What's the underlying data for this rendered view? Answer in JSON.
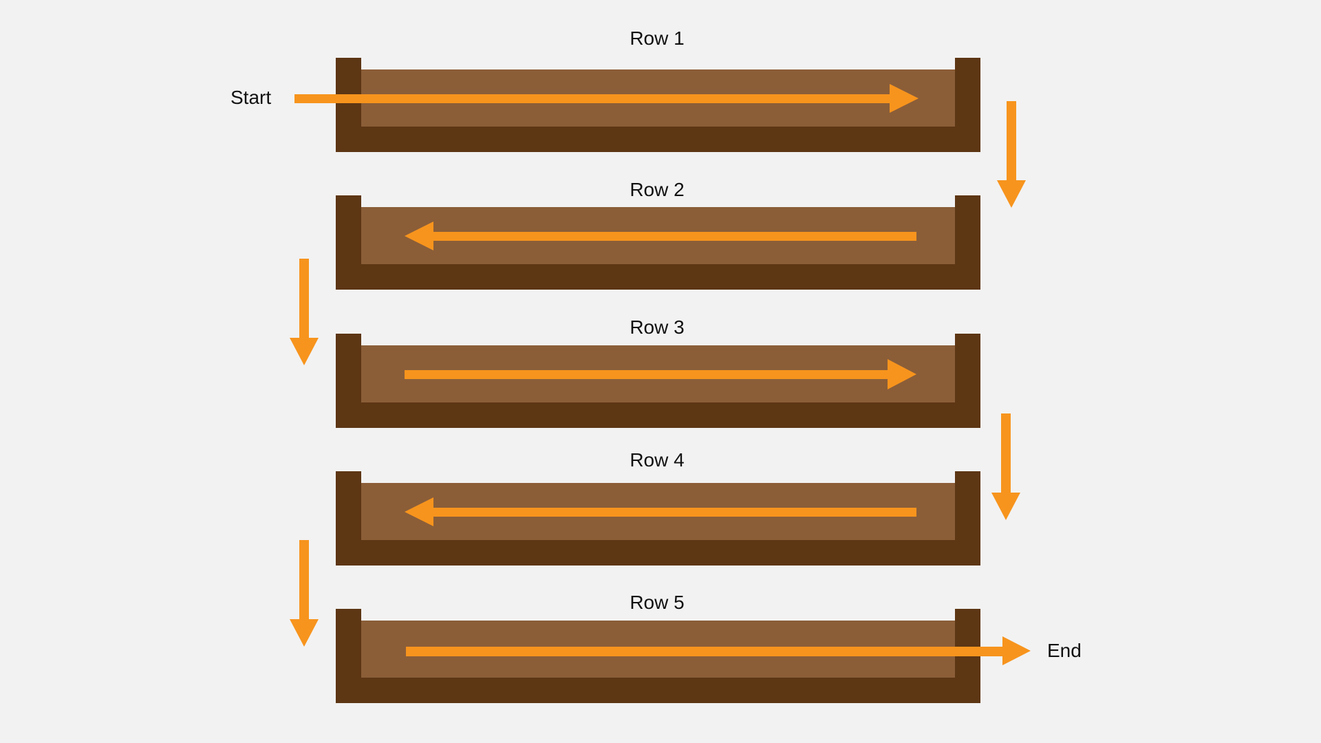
{
  "colors": {
    "background": "#f2f2f2",
    "wall": "#5d3614",
    "soil": "#8b5e38",
    "arrow": "#f7941d",
    "text": "#111111"
  },
  "labels": {
    "start": "Start",
    "end": "End"
  },
  "rows": [
    {
      "label": "Row 1",
      "direction": "right"
    },
    {
      "label": "Row 2",
      "direction": "left"
    },
    {
      "label": "Row 3",
      "direction": "right"
    },
    {
      "label": "Row 4",
      "direction": "left"
    },
    {
      "label": "Row 5",
      "direction": "right"
    }
  ],
  "transitions": [
    {
      "from": "Row 1",
      "to": "Row 2",
      "side": "right"
    },
    {
      "from": "Row 2",
      "to": "Row 3",
      "side": "left"
    },
    {
      "from": "Row 3",
      "to": "Row 4",
      "side": "right"
    },
    {
      "from": "Row 4",
      "to": "Row 5",
      "side": "left"
    }
  ]
}
